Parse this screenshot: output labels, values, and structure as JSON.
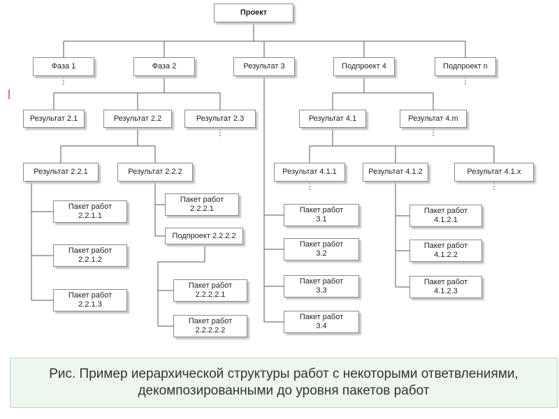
{
  "diagram": {
    "nodes": {
      "root": "Проект",
      "f1": "Фаза 1",
      "f2": "Фаза 2",
      "r3": "Результат 3",
      "p4": "Подпроект 4",
      "pn": "Подпроект n",
      "r21": "Результат 2.1",
      "r22": "Результат 2.2",
      "r23": "Результат 2.3",
      "r41": "Результат 4.1",
      "r4m": "Результат 4.m",
      "r221": "Результат 2.2.1",
      "r222": "Результат 2.2.2",
      "r411": "Результат 4.1.1",
      "r412": "Результат 4.1.2",
      "r41x": "Результат 4.1.x",
      "sub2222": "Подпроект 2.2.2.2"
    },
    "packages": {
      "label": "Пакет работ",
      "w2211": "2.2.1.1",
      "w2212": "2.2.1.2",
      "w2213": "2.2.1.3",
      "w2221": "2.2.2.1",
      "w22221": "2.2.2.2.1",
      "w22222": "2.2.2.2.2",
      "w31": "3.1",
      "w32": "3.2",
      "w33": "3.3",
      "w34": "3.4",
      "w4121": "4.1.2.1",
      "w4122": "4.1.2.2",
      "w4123": "4.1.2.3"
    }
  },
  "caption": "Рис. Пример иерархической структуры работ с некоторыми ответвлениями, декомпозированными до уровня пакетов работ"
}
